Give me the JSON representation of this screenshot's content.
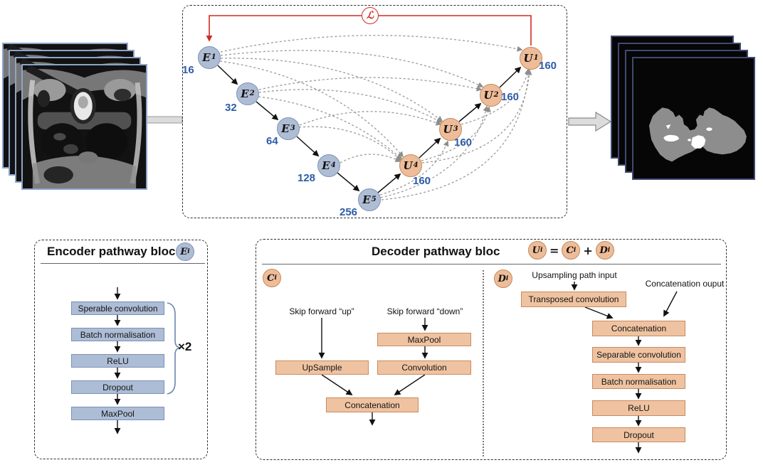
{
  "colors": {
    "encoder_fill": "#aebdd4",
    "encoder_border": "#7f94b5",
    "decoder_fill": "#eebc98",
    "decoder_border": "#c08c60",
    "value_text": "#2d5ca8",
    "loss_red": "#cf2b24"
  },
  "diagram": {
    "loss_symbol": "ℒ",
    "nodes": [
      {
        "name": "E",
        "sub": "1",
        "value": "16"
      },
      {
        "name": "E",
        "sub": "2",
        "value": "32"
      },
      {
        "name": "E",
        "sub": "3",
        "value": "64"
      },
      {
        "name": "E",
        "sub": "4",
        "value": "128"
      },
      {
        "name": "E",
        "sub": "5",
        "value": "256"
      },
      {
        "name": "U",
        "sub": "4",
        "value": "160"
      },
      {
        "name": "U",
        "sub": "3",
        "value": "160"
      },
      {
        "name": "U",
        "sub": "2",
        "value": "160"
      },
      {
        "name": "U",
        "sub": "1",
        "value": "160"
      }
    ]
  },
  "encoder_panel": {
    "title": "Encoder pathway bloc",
    "badge": {
      "name": "E",
      "sub": "i"
    },
    "blocks": [
      "Sperable convolution",
      "Batch normalisation",
      "ReLU",
      "Dropout",
      "MaxPool"
    ],
    "repeat_label": "×2"
  },
  "decoder_panel": {
    "title": "Decoder pathway bloc",
    "formula": {
      "left": {
        "name": "U",
        "sub": "i"
      },
      "equals": "=",
      "c": {
        "name": "C",
        "sub": "i"
      },
      "plus": "+",
      "d": {
        "name": "D",
        "sub": "i"
      }
    },
    "ci": {
      "badge": {
        "name": "C",
        "sub": "i"
      },
      "skip_up_label": "Skip forward “up”",
      "skip_down_label": "Skip forward “down”",
      "blocks": [
        "MaxPool",
        "UpSample",
        "Convolution",
        "Concatenation"
      ]
    },
    "di": {
      "badge": {
        "name": "D",
        "sub": "i"
      },
      "input_label": "Upsampling path input",
      "output_label": "Concatenation ouput",
      "blocks": [
        "Transposed convolution",
        "Concatenation",
        "Separable convolution",
        "Batch normalisation",
        "ReLU",
        "Dropout"
      ]
    }
  }
}
